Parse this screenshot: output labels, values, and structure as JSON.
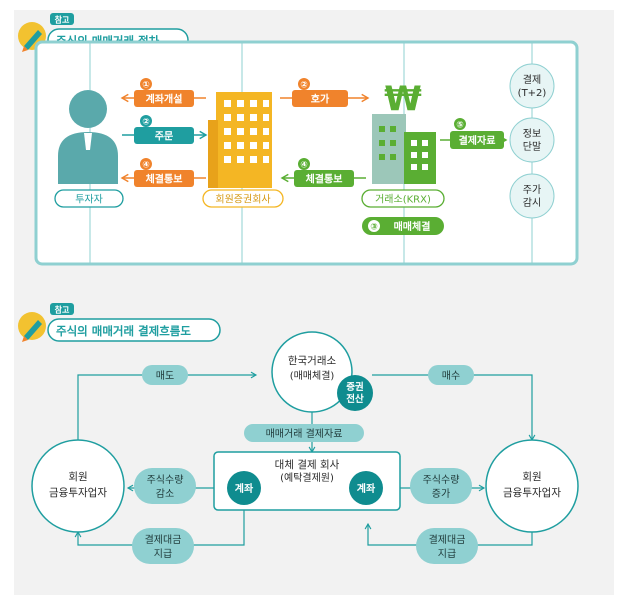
{
  "colors": {
    "teal": "#1f9ea0",
    "teal_dark": "#0f8c8f",
    "light_teal": "#8fd0d1",
    "pale_teal": "#e7f5f5",
    "orange": "#f0832c",
    "green": "#5aae33",
    "yellow": "#f4b624",
    "badge_yellow": "#f2c230",
    "bg": "#f2f2f2"
  },
  "section1": {
    "badge": "참고",
    "title": "주식의 매매거래 절차",
    "investor_label": "투자자",
    "broker_label": "회원증권회사",
    "exchange_label": "거래소(KRX)",
    "won_symbol": "₩",
    "steps": [
      {
        "num": "①",
        "label": "계좌개설"
      },
      {
        "num": "②",
        "label": "주문"
      },
      {
        "num": "②",
        "label": "호가"
      },
      {
        "num": "④",
        "label": "체결통보"
      },
      {
        "num": "④",
        "label": "체결통보"
      },
      {
        "num": "⑤",
        "label": "결제자료"
      },
      {
        "num": "③",
        "label": "매매체결"
      }
    ],
    "right_nodes": [
      {
        "line1": "결제",
        "line2": "(T+2)"
      },
      {
        "line1": "정보",
        "line2": "단말"
      },
      {
        "line1": "주가",
        "line2": "감시"
      }
    ]
  },
  "section2": {
    "badge": "참고",
    "title": "주식의 매매거래 결제흐름도",
    "krx": {
      "line1": "한국거래소",
      "line2": "(매매체결)"
    },
    "securities": {
      "line1": "증권",
      "line2": "전산"
    },
    "left_member": {
      "line1": "회원",
      "line2": "금융투자업자"
    },
    "right_member": {
      "line1": "회원",
      "line2": "금융투자업자"
    },
    "center": {
      "line1": "대체 결제 회사",
      "line2": "(예탁결제원)"
    },
    "account_left": "계좌",
    "account_right": "계좌",
    "sell": "매도",
    "buy": "매수",
    "settlement_data": "매매거래 결제자료",
    "stock_decrease": {
      "line1": "주식수량",
      "line2": "감소"
    },
    "stock_increase": {
      "line1": "주식수량",
      "line2": "증가"
    },
    "payment_left": {
      "line1": "결제대금",
      "line2": "지급"
    },
    "payment_right": {
      "line1": "결제대금",
      "line2": "지급"
    }
  }
}
